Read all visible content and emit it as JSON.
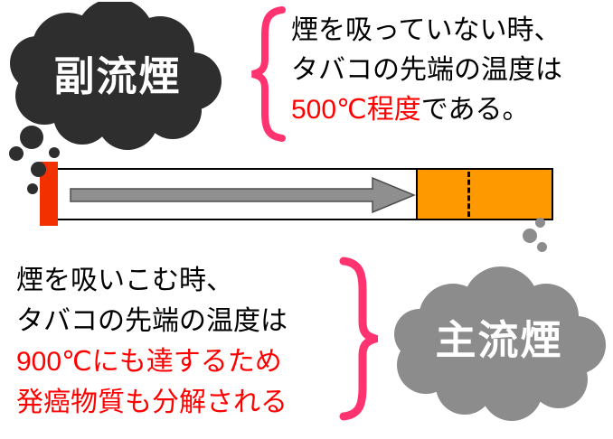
{
  "sidestream": {
    "label": "副流煙"
  },
  "mainstream": {
    "label": "主流煙"
  },
  "top_note": {
    "line1": "煙を吸っていない時、",
    "line2": "タバコの先端の温度は",
    "line3_red": "500℃程度",
    "line3_rest": "である。"
  },
  "bottom_note": {
    "line1": "煙を吸いこむ時、",
    "line2": "タバコの先端の温度は",
    "line3_red": "900℃にも達するため",
    "line4_red": "発癌物質も分解される"
  },
  "colors": {
    "sidestream_cloud": "#2e2e2e",
    "mainstream_cloud": "#8c8c8c",
    "brace": "#ff3370",
    "highlight_red": "#ff0000",
    "cigarette_tip": "#f23000",
    "cigarette_filter": "#ff9900",
    "arrow_fill": "#8f8f8f"
  }
}
